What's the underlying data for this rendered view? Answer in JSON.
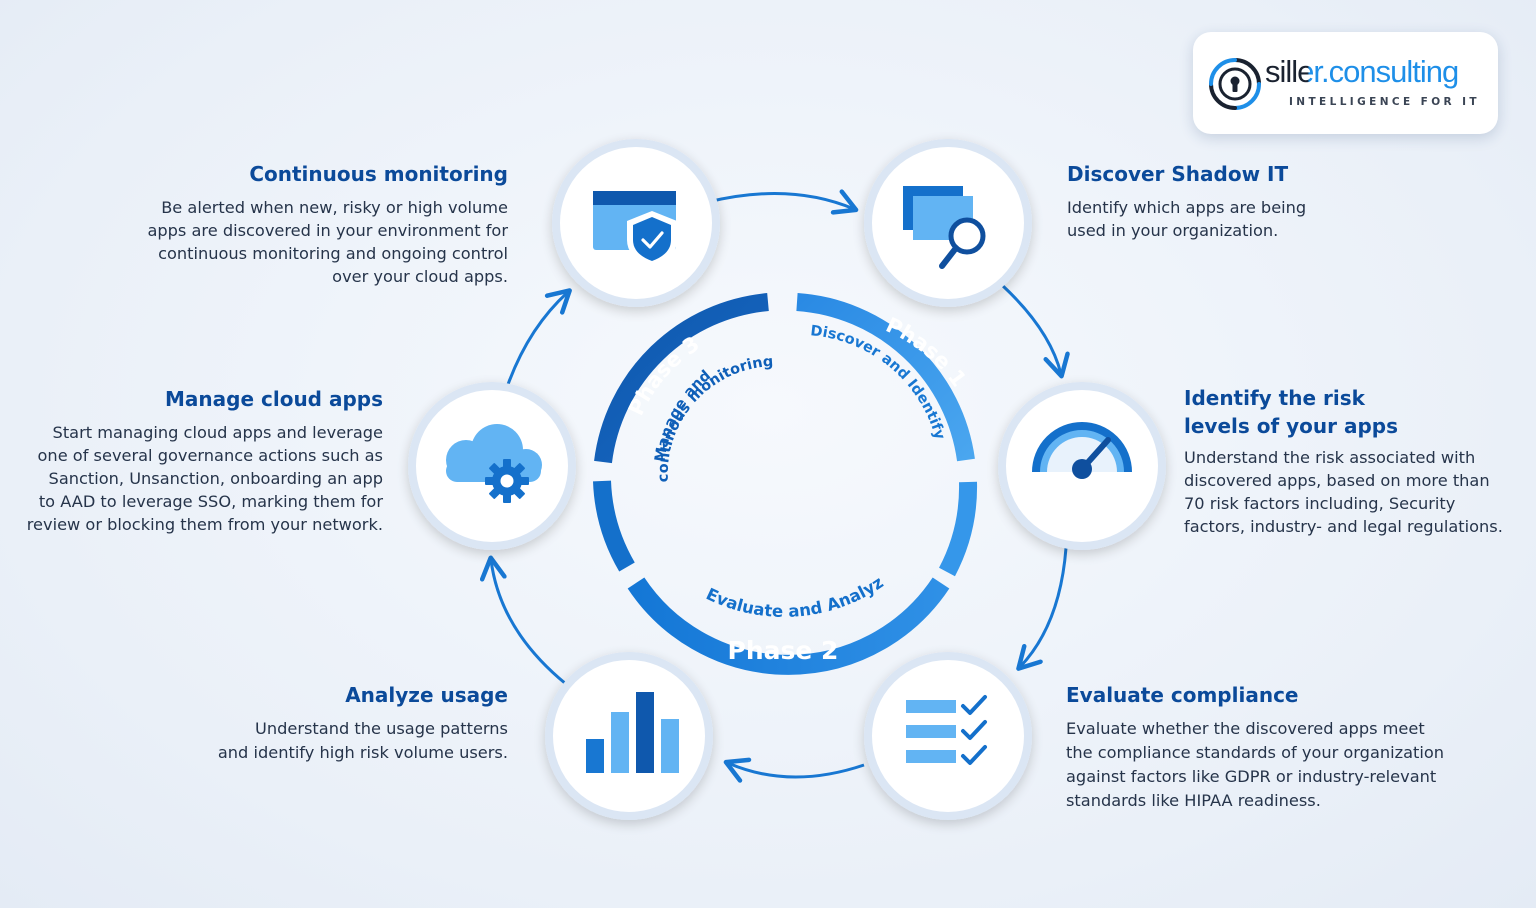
{
  "logo": {
    "name": "siller.consulting",
    "tagline": "INTELLIGENCE FOR IT"
  },
  "phases": [
    {
      "label": "Phase 1",
      "subtitle": "Discover and Identify"
    },
    {
      "label": "Phase 2",
      "subtitle": "Evaluate and Analyze"
    },
    {
      "label": "Phase 3",
      "subtitle_line1": "Manage and",
      "subtitle_line2": "continous monitoring"
    }
  ],
  "steps": {
    "continuous_monitoring": {
      "title": "Continuous monitoring",
      "lines": [
        "Be alerted when new, risky or high volume",
        "apps are discovered in your environment for",
        "continuous monitoring and ongoing control",
        "over your cloud apps."
      ],
      "icon": "browser-shield-icon"
    },
    "discover": {
      "title": "Discover Shadow IT",
      "lines": [
        "Identify which apps are being",
        "used in your organization."
      ],
      "icon": "windows-search-icon"
    },
    "risk": {
      "title_line1": "Identify the risk",
      "title_line2": "levels of your apps",
      "lines": [
        "Understand the risk associated with",
        "discovered apps, based on more than",
        "70 risk factors including, Security",
        "factors, industry- and legal regulations."
      ],
      "icon": "gauge-icon"
    },
    "compliance": {
      "title": "Evaluate compliance",
      "lines": [
        "Evaluate whether the discovered apps meet",
        "the compliance standards of your organization",
        "against factors like GDPR or industry-relevant",
        "standards like HIPAA readiness."
      ],
      "icon": "checklist-icon"
    },
    "usage": {
      "title": "Analyze usage",
      "lines": [
        "Understand the usage patterns",
        "and identify high risk volume users."
      ],
      "icon": "bar-chart-icon"
    },
    "manage": {
      "title": "Manage cloud apps",
      "lines": [
        "Start managing cloud apps and leverage",
        "one of several governance actions such as",
        "Sanction, Unsanction, onboarding an app",
        "to AAD to leverage SSO, marking them for",
        "review or blocking them from your network."
      ],
      "icon": "cloud-gear-icon"
    }
  },
  "colors": {
    "dark_blue": "#0b4a9a",
    "mid_blue": "#1877d2",
    "light_blue": "#4fa7ee",
    "text": "#26344a"
  }
}
